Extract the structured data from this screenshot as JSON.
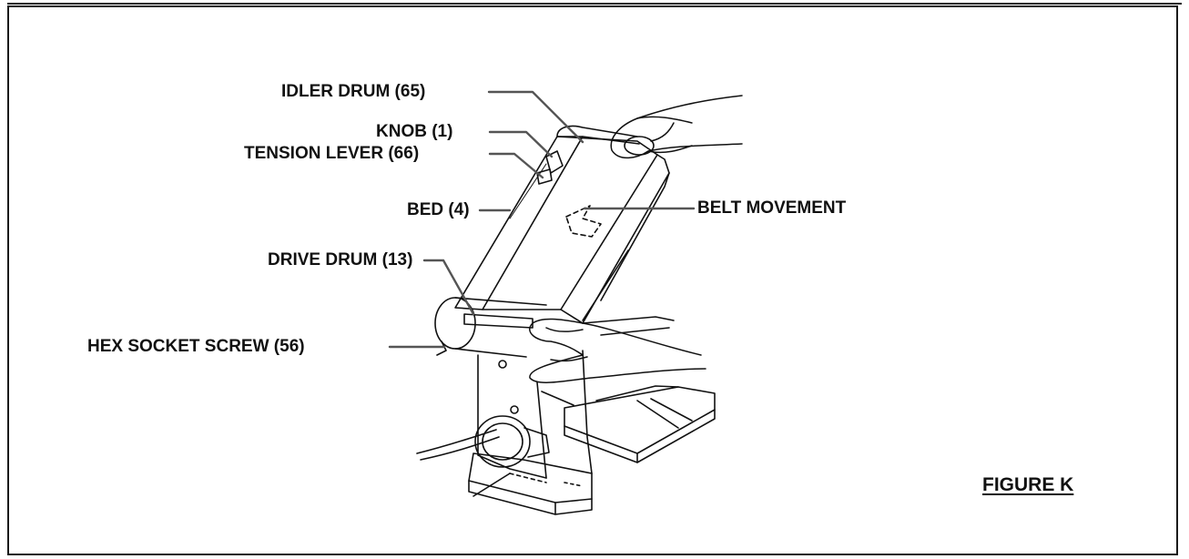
{
  "labels": {
    "idler_drum": "IDLER DRUM (65)",
    "knob": "KNOB (1)",
    "tension_lever": "TENSION LEVER (66)",
    "bed": "BED (4)",
    "belt_movement": "BELT MOVEMENT",
    "drive_drum": "DRIVE DRUM (13)",
    "hex_socket_screw": "HEX SOCKET SCREW (56)"
  },
  "figure_caption": "FIGURE K",
  "colors": {
    "line": "#111111",
    "paper": "#ffffff"
  }
}
